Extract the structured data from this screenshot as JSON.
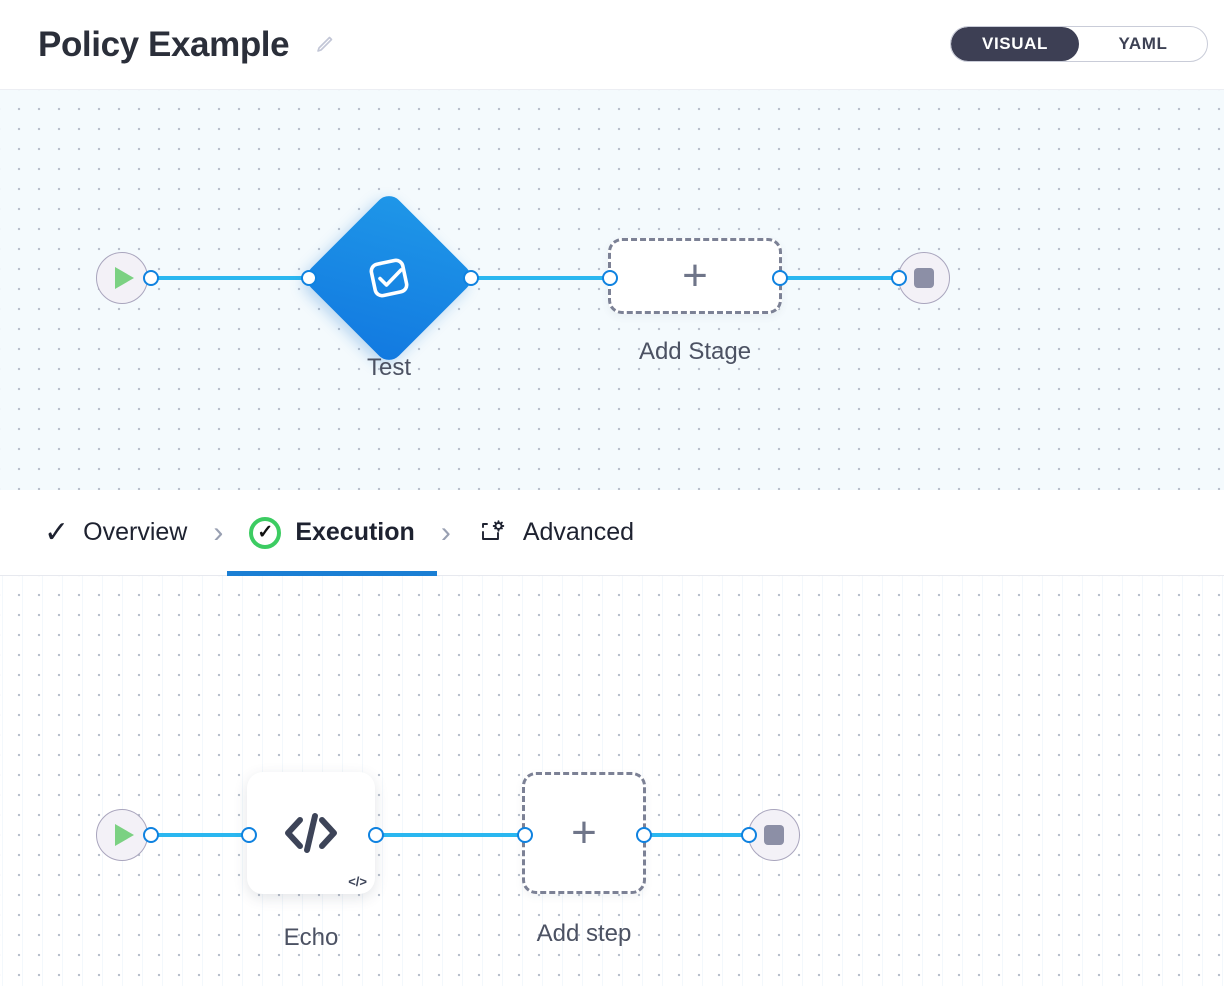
{
  "header": {
    "title": "Policy Example",
    "edit_icon": "pencil-icon",
    "mode_toggle": {
      "options": [
        "VISUAL",
        "YAML"
      ],
      "selected": "VISUAL",
      "active_bg": "#3d3f54"
    }
  },
  "stage_canvas": {
    "start_node": {
      "icon": "play-icon",
      "color": "#7bd182"
    },
    "end_node": {
      "icon": "stop-icon",
      "color": "#8c8fa6"
    },
    "nodes": [
      {
        "label": "Test",
        "type": "stage",
        "icon": "check-square-icon",
        "color": "#1279e0"
      },
      {
        "label": "Add Stage",
        "type": "add",
        "icon": "plus-icon"
      }
    ]
  },
  "tabs": [
    {
      "label": "Overview",
      "icon": "check-icon",
      "active": false
    },
    {
      "label": "Execution",
      "icon": "check-circle-icon",
      "active": true
    },
    {
      "label": "Advanced",
      "icon": "advanced-gear-icon",
      "active": false
    }
  ],
  "tab_separator": "›",
  "step_canvas": {
    "start_node": {
      "icon": "play-icon",
      "color": "#7bd182"
    },
    "end_node": {
      "icon": "stop-icon",
      "color": "#8c8fa6"
    },
    "nodes": [
      {
        "label": "Echo",
        "type": "step",
        "icon": "code-icon",
        "badge": "</>"
      },
      {
        "label": "Add step",
        "type": "add",
        "icon": "plus-icon"
      }
    ]
  },
  "glyphs": {
    "plus": "+",
    "code": "</>",
    "check": "✓"
  }
}
